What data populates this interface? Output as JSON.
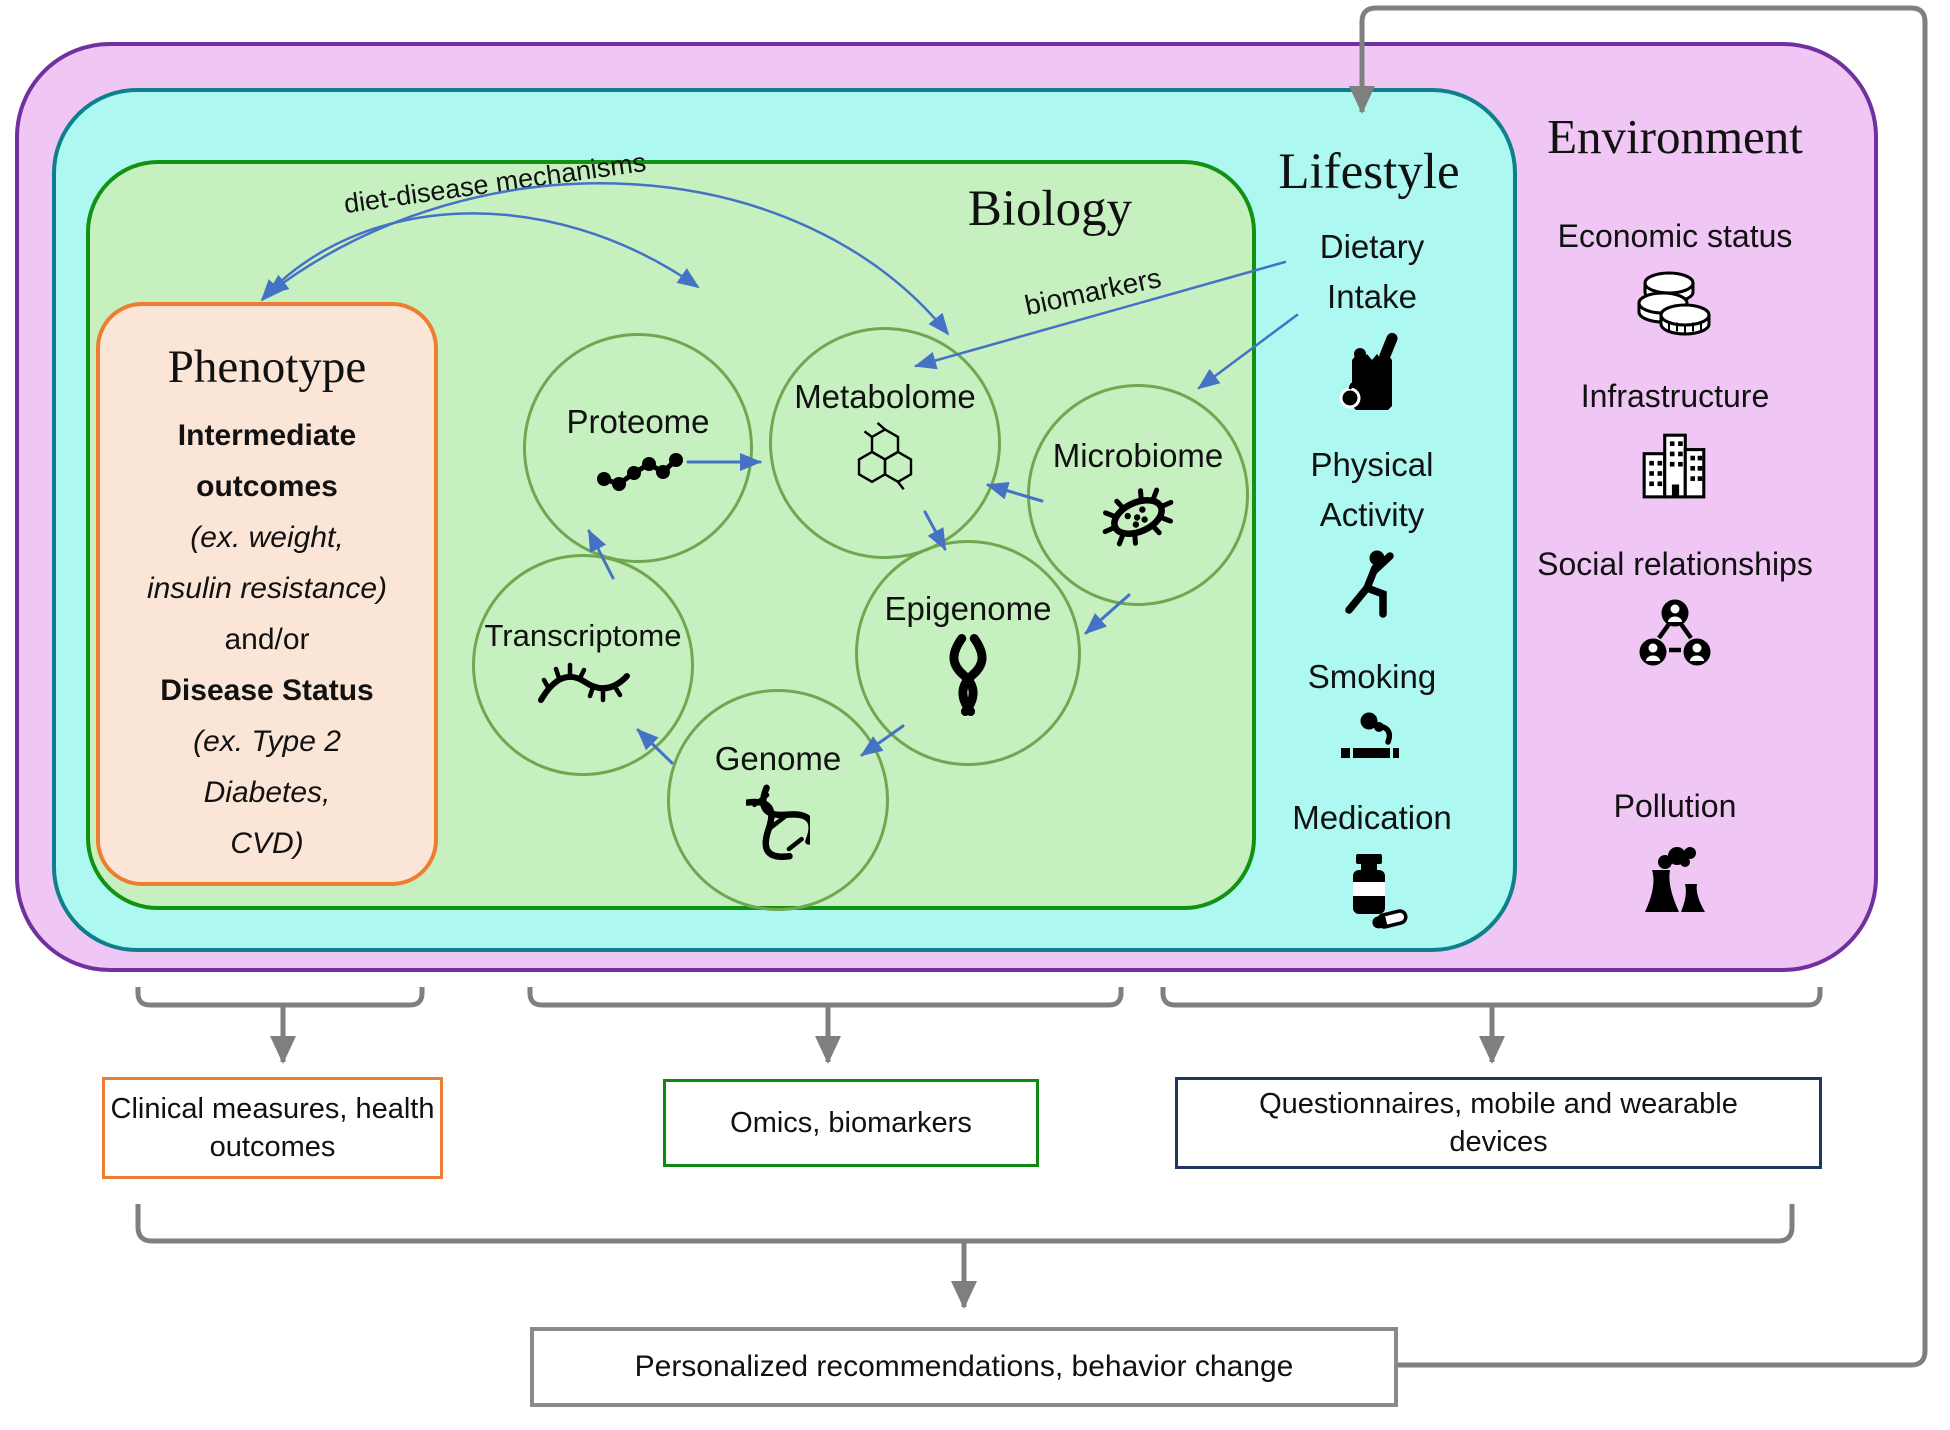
{
  "regions": {
    "environment": {
      "title": "Environment",
      "items": [
        {
          "label": "Economic status",
          "icon": "coins-icon"
        },
        {
          "label": "Infrastructure",
          "icon": "buildings-icon"
        },
        {
          "label": "Social relationships",
          "icon": "social-network-icon"
        },
        {
          "label": "Pollution",
          "icon": "pollution-icon"
        }
      ]
    },
    "lifestyle": {
      "title": "Lifestyle",
      "items": [
        {
          "label": "Dietary Intake",
          "icon": "grocery-bag-icon"
        },
        {
          "label": "Physical Activity",
          "icon": "exercise-icon"
        },
        {
          "label": "Smoking",
          "icon": "cigarette-icon"
        },
        {
          "label": "Medication",
          "icon": "pill-bottle-icon"
        }
      ]
    },
    "biology": {
      "title": "Biology",
      "circles": [
        {
          "label": "Proteome",
          "icon": "protein-beads-icon"
        },
        {
          "label": "Metabolome",
          "icon": "molecule-icon"
        },
        {
          "label": "Microbiome",
          "icon": "bacteria-icon"
        },
        {
          "label": "Transcriptome",
          "icon": "mrna-icon"
        },
        {
          "label": "Epigenome",
          "icon": "chromosome-icon"
        },
        {
          "label": "Genome",
          "icon": "dna-icon"
        }
      ]
    },
    "phenotype": {
      "title": "Phenotype",
      "lines": [
        {
          "text": "Intermediate",
          "style": "bold"
        },
        {
          "text": "outcomes",
          "style": "bold"
        },
        {
          "text": "(ex. weight,",
          "style": "italic"
        },
        {
          "text": "insulin resistance)",
          "style": "italic"
        },
        {
          "text": "and/or",
          "style": "normal"
        },
        {
          "text": "Disease Status",
          "style": "bold"
        },
        {
          "text": "(ex. Type 2",
          "style": "italic"
        },
        {
          "text": "Diabetes,",
          "style": "italic"
        },
        {
          "text": "CVD)",
          "style": "italic"
        }
      ]
    }
  },
  "arrow_labels": {
    "diet_disease": "diet-disease mechanisms",
    "biomarkers": "biomarkers"
  },
  "measurement_boxes": {
    "clinical": {
      "label": "Clinical measures, health outcomes"
    },
    "omics": {
      "label": "Omics, biomarkers"
    },
    "questionnaires": {
      "label": "Questionnaires, mobile and wearable devices"
    }
  },
  "final_box": {
    "label": "Personalized recommendations, behavior change"
  },
  "colors": {
    "environment_fill": "#f0c6f4",
    "environment_border": "#7030a0",
    "lifestyle_fill": "#adf9f2",
    "lifestyle_border": "#0e7f8b",
    "biology_fill": "#c7f0c1",
    "biology_border": "#129212",
    "phenotype_fill": "#fbe5d6",
    "phenotype_border": "#ed7d31",
    "omics_circle_stroke": "#6fa850",
    "arrow_blue": "#4472c4",
    "connector_gray": "#7f7f7f",
    "clinical_border": "#ed7d31",
    "omics_border": "#108a10",
    "questionnaires_border": "#1f3864",
    "final_border": "#8a8a8a"
  }
}
